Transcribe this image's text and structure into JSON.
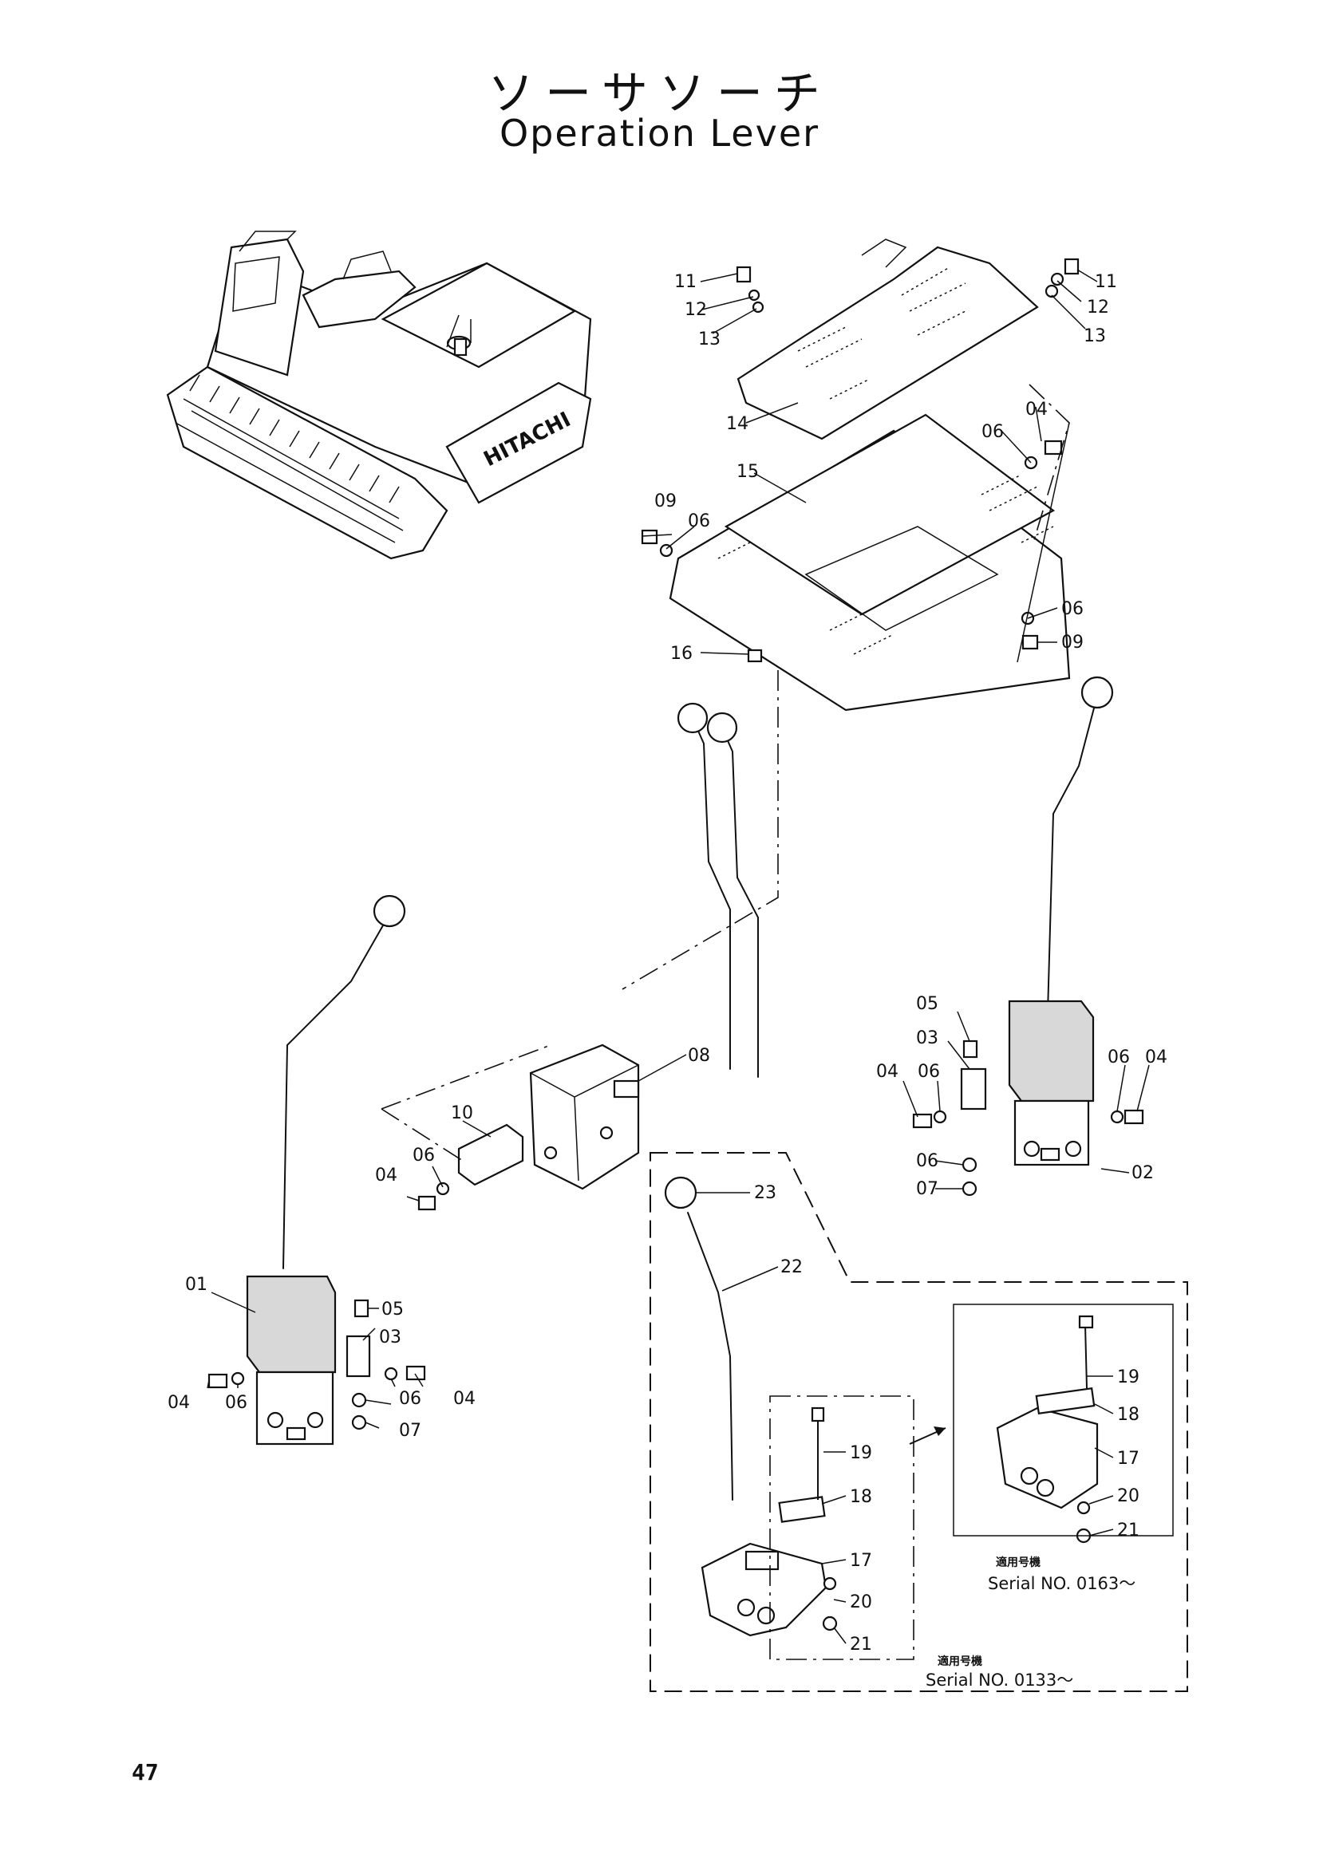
{
  "header": {
    "title_jp": "ソーサソーチ",
    "title_en": "Operation Lever"
  },
  "brand": {
    "logo_text": "HITACHI"
  },
  "callouts": [
    {
      "id": "c-11a",
      "text": "11"
    },
    {
      "id": "c-12a",
      "text": "12"
    },
    {
      "id": "c-13a",
      "text": "13"
    },
    {
      "id": "c-11b",
      "text": "11"
    },
    {
      "id": "c-12b",
      "text": "12"
    },
    {
      "id": "c-13b",
      "text": "13"
    },
    {
      "id": "c-14",
      "text": "14"
    },
    {
      "id": "c-15",
      "text": "15"
    },
    {
      "id": "c-06a",
      "text": "06"
    },
    {
      "id": "c-04a",
      "text": "04"
    },
    {
      "id": "c-09a",
      "text": "09"
    },
    {
      "id": "c-06b",
      "text": "06"
    },
    {
      "id": "c-06c",
      "text": "06"
    },
    {
      "id": "c-09b",
      "text": "09"
    },
    {
      "id": "c-16",
      "text": "16"
    },
    {
      "id": "c-08",
      "text": "08"
    },
    {
      "id": "c-10",
      "text": "10"
    },
    {
      "id": "c-06d",
      "text": "06"
    },
    {
      "id": "c-04b",
      "text": "04"
    },
    {
      "id": "c-05a",
      "text": "05"
    },
    {
      "id": "c-03a",
      "text": "03"
    },
    {
      "id": "c-04c",
      "text": "04"
    },
    {
      "id": "c-06e",
      "text": "06"
    },
    {
      "id": "c-06f",
      "text": "06"
    },
    {
      "id": "c-04d",
      "text": "04"
    },
    {
      "id": "c-06g",
      "text": "06"
    },
    {
      "id": "c-07a",
      "text": "07"
    },
    {
      "id": "c-02",
      "text": "02"
    },
    {
      "id": "c-01",
      "text": "01"
    },
    {
      "id": "c-05b",
      "text": "05"
    },
    {
      "id": "c-03b",
      "text": "03"
    },
    {
      "id": "c-04e",
      "text": "04"
    },
    {
      "id": "c-06h",
      "text": "06"
    },
    {
      "id": "c-06i",
      "text": "06"
    },
    {
      "id": "c-04f",
      "text": "04"
    },
    {
      "id": "c-07b",
      "text": "07"
    },
    {
      "id": "c-23",
      "text": "23"
    },
    {
      "id": "c-22",
      "text": "22"
    },
    {
      "id": "c-19a",
      "text": "19"
    },
    {
      "id": "c-18a",
      "text": "18"
    },
    {
      "id": "c-17a",
      "text": "17"
    },
    {
      "id": "c-20a",
      "text": "20"
    },
    {
      "id": "c-21a",
      "text": "21"
    },
    {
      "id": "c-19b",
      "text": "19"
    },
    {
      "id": "c-18b",
      "text": "18"
    },
    {
      "id": "c-17b",
      "text": "17"
    },
    {
      "id": "c-20b",
      "text": "20"
    },
    {
      "id": "c-21b",
      "text": "21"
    }
  ],
  "serials": {
    "inner_jp": "適用号機",
    "inner_text": "Serial NO. 0163～",
    "outer_jp": "適用号機",
    "outer_text": "Serial NO. 0133～"
  },
  "footer": {
    "page_number": "47"
  }
}
